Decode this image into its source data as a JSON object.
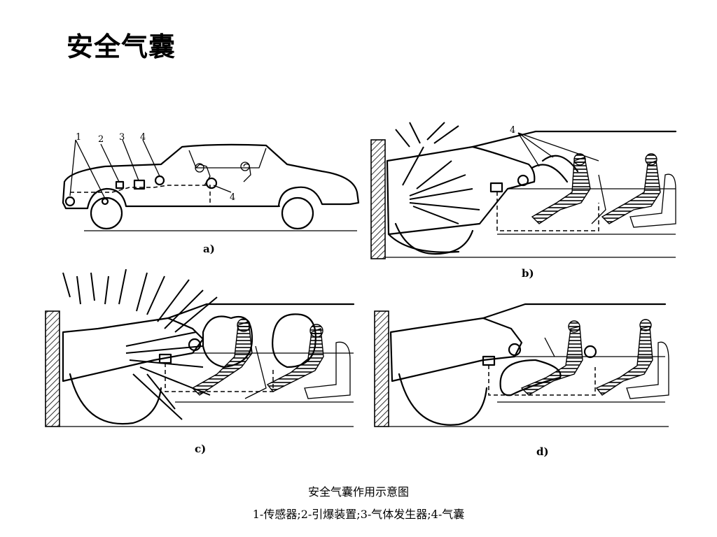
{
  "title": "安全气囊",
  "panels": {
    "a": {
      "label": "a)",
      "callouts": [
        "1",
        "2",
        "3",
        "4",
        "4"
      ]
    },
    "b": {
      "label": "b)",
      "callouts": [
        "4"
      ]
    },
    "c": {
      "label": "c)"
    },
    "d": {
      "label": "d)"
    }
  },
  "caption": {
    "title": "安全气囊作用示意图",
    "legend": "1-传感器;2-引爆装置;3-气体发生器;4-气囊"
  }
}
